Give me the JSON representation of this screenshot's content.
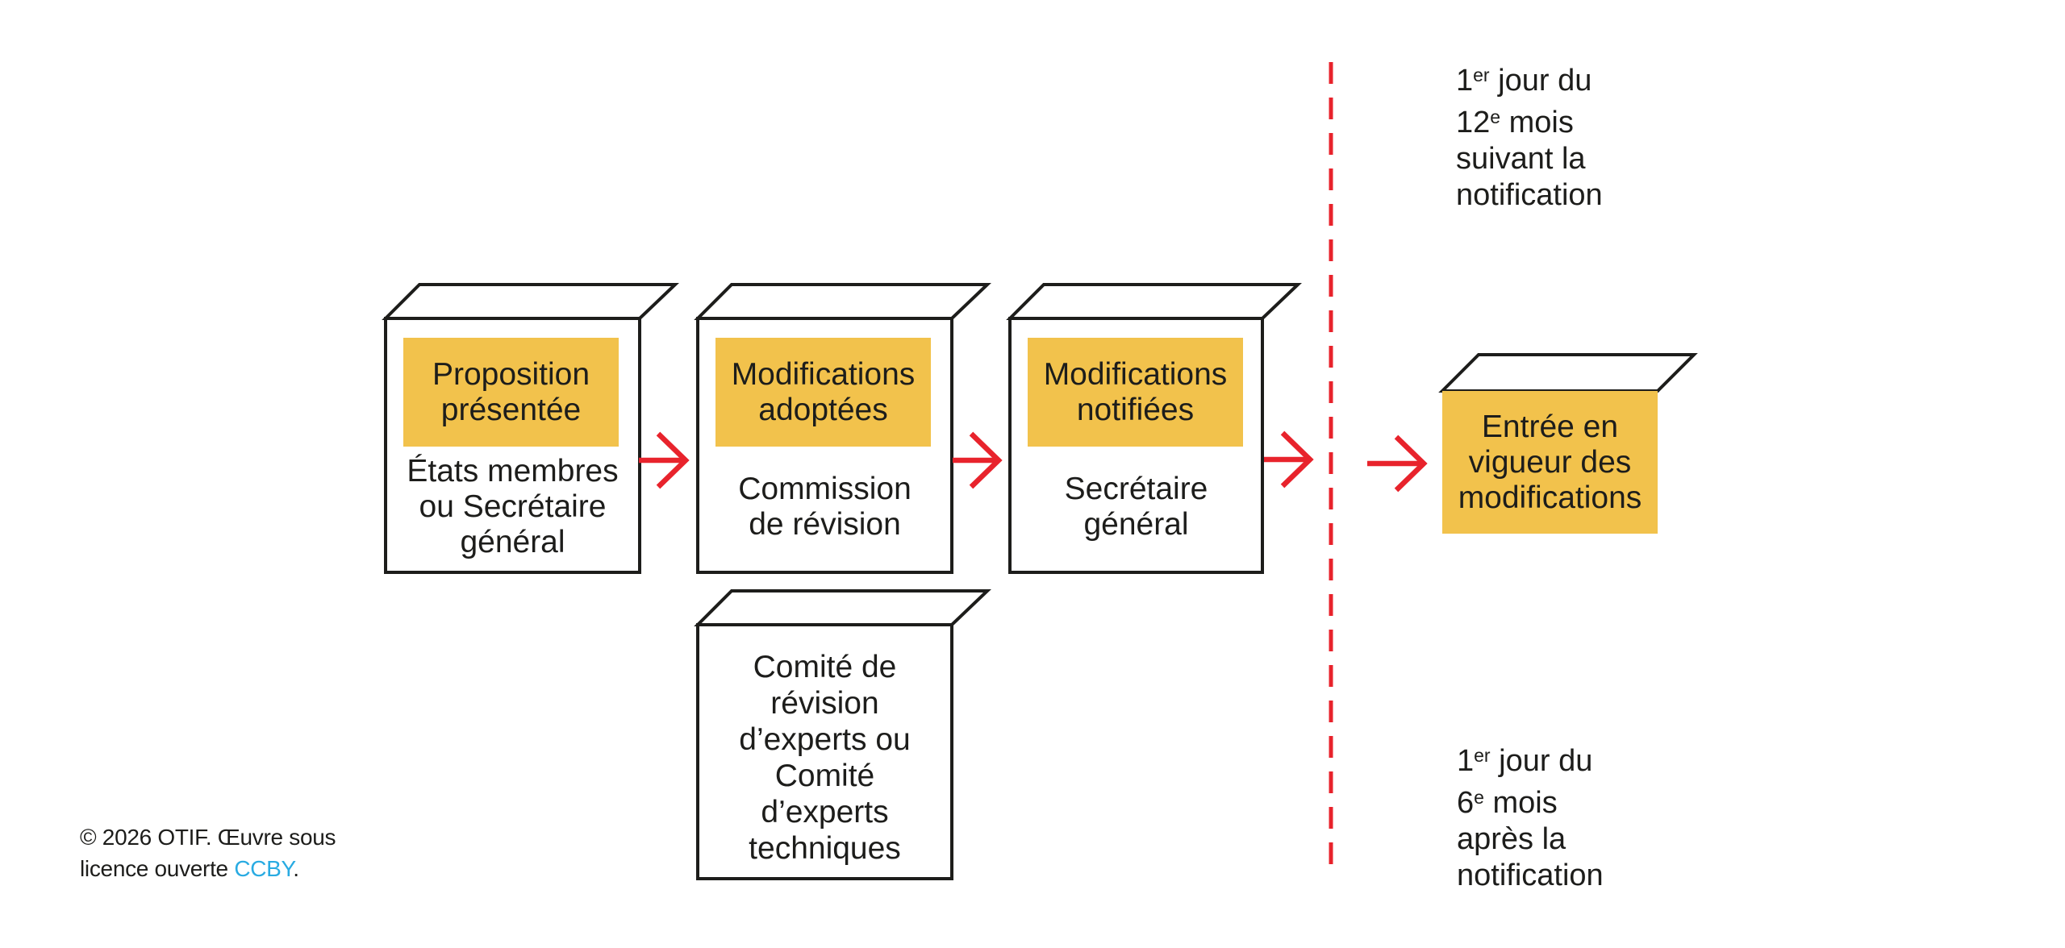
{
  "colors": {
    "yellow": "#F2C24C",
    "red": "#E8232C",
    "cyan": "#29ABE2",
    "ink": "#1d1d1b"
  },
  "boxes": {
    "proposition": {
      "header": "Proposition\nprésentée",
      "body": "États membres\nou Secrétaire\ngénéral"
    },
    "adoptees": {
      "header": "Modifications\nadoptées",
      "body": "Commission\nde révision"
    },
    "notifiees": {
      "header": "Modifications\nnotifiées",
      "body": "Secrétaire\ngénéral"
    },
    "comite": {
      "body": "Comité de\nrévision\nd’experts ou\nComité\nd’experts\ntechniques"
    },
    "entree": {
      "header": "Entrée en\nvigueur des\nmodifications"
    }
  },
  "notes": {
    "top": {
      "l1num": "1",
      "l1sup": "er",
      "l1rest": " jour du",
      "l2num": "12",
      "l2sup": "e",
      "l2rest": " mois",
      "l3": "suivant la",
      "l4": "notification"
    },
    "bottom": {
      "l1num": "1",
      "l1sup": "er",
      "l1rest": " jour du",
      "l2num": "6",
      "l2sup": "e",
      "l2rest": " mois",
      "l3": "après la",
      "l4": "notification"
    }
  },
  "footer": {
    "line1": "© 2026 OTIF. Œuvre sous",
    "line2a": "licence ouverte ",
    "link": "CCBY",
    "line2b": "."
  }
}
